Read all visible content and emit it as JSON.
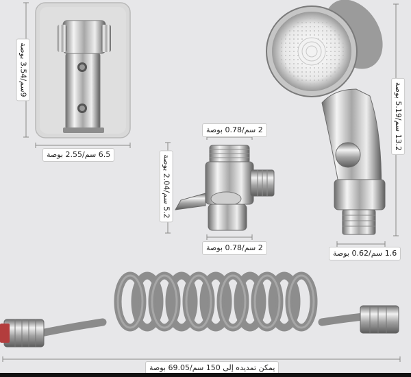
{
  "colors": {
    "background": "#e7e7e9",
    "chrome_light": "#e0e0e0",
    "chrome_dark": "#6a6a6a",
    "hose": "#8b8b8b",
    "label_bg": "#ffffff"
  },
  "labels": {
    "bracket_height": "9سم/3.54 بوصة",
    "bracket_width": "6.5 سم/2.55 بوصة",
    "valve_top": "2 سم/0.78 بوصة",
    "valve_height": "5.2 سم/2.04 بوصة",
    "valve_bottom": "2 سم/0.78 بوصة",
    "head_height": "13.2 سم/5.19 بوصة",
    "head_width": "1.6 سم/0.62 بوصة",
    "hose_length": "يمكن تمديده إلى 150 سم/69.05 بوصة"
  },
  "icons": {
    "bracket": "wall-bracket-icon",
    "valve": "diverter-valve-icon",
    "head": "shower-head-icon",
    "hose": "coiled-hose-icon"
  }
}
